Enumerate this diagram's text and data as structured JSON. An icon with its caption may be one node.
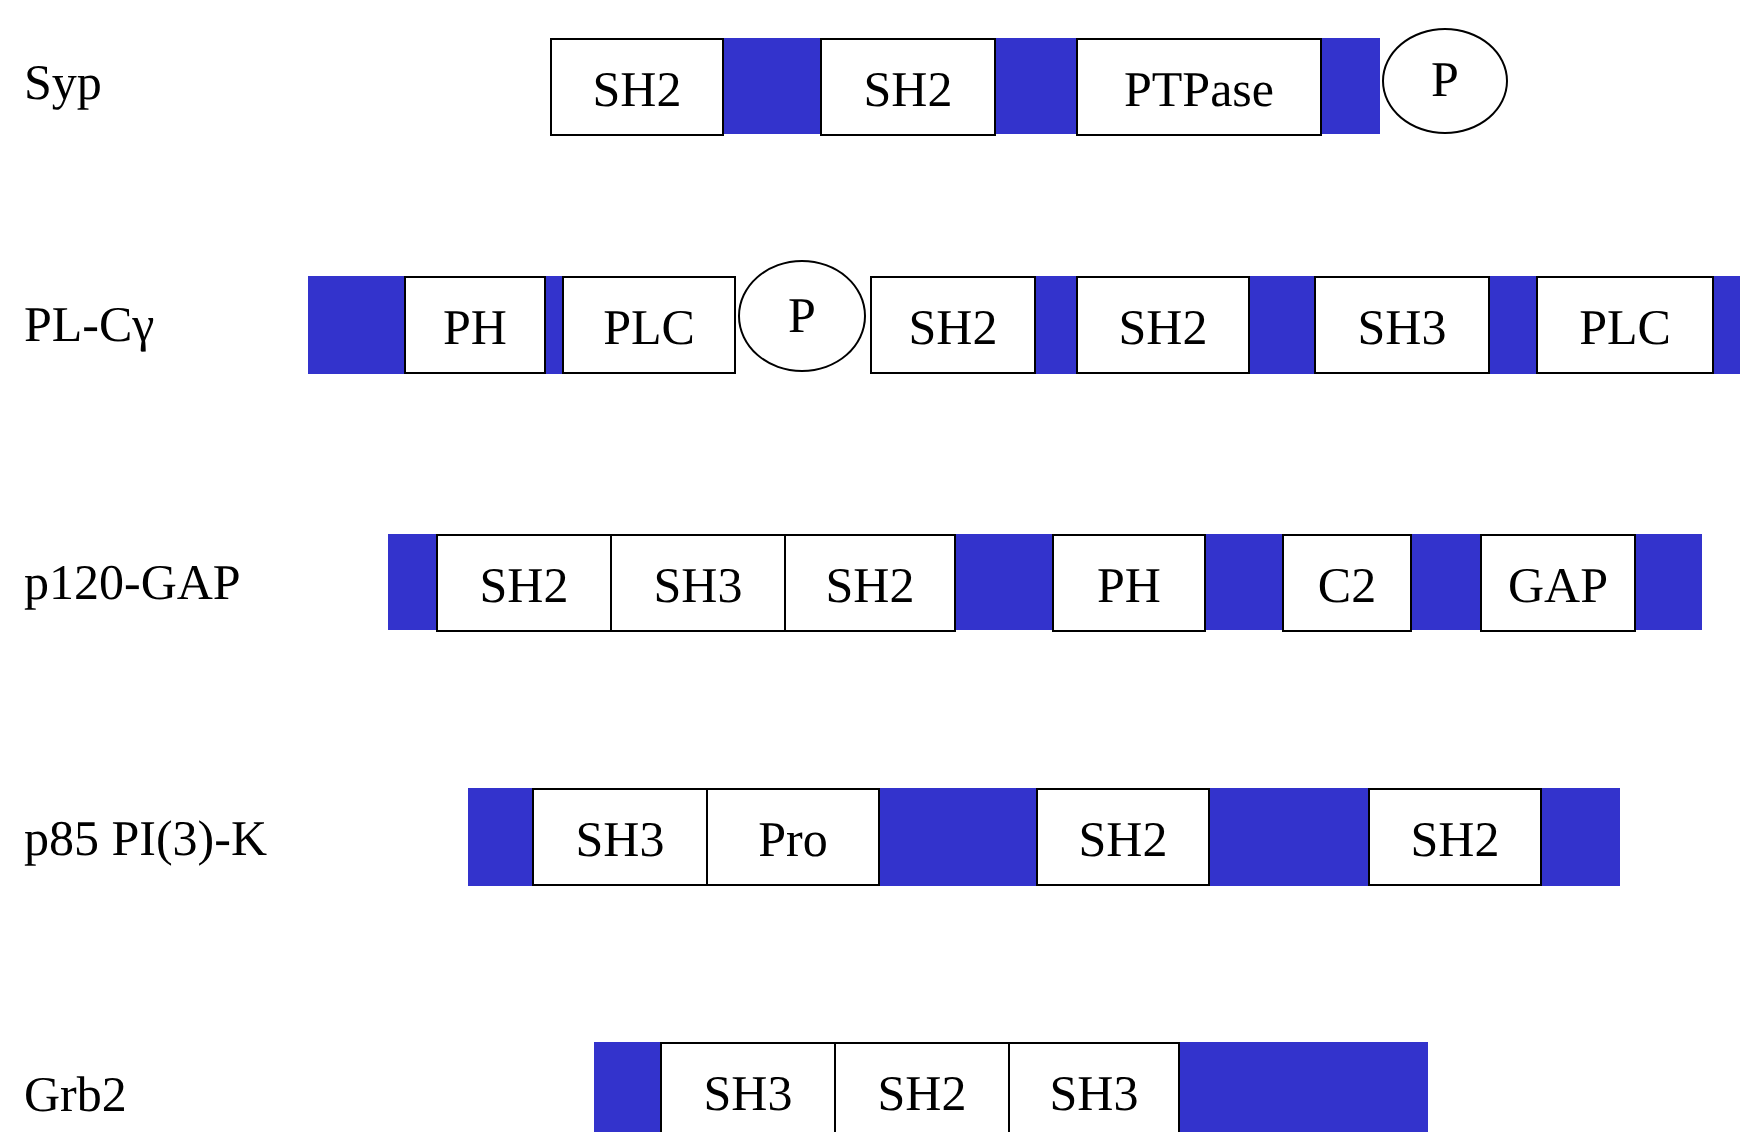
{
  "diagram": {
    "nodes": [
      {
        "text": [],
        "shape": "bar"
      },
      {
        "text": [
          "SH2"
        ],
        "in": 0
      },
      {
        "text": [
          "SH2"
        ],
        "in": 0
      },
      {
        "text": [
          "PTPase"
        ],
        "in": 0
      },
      {
        "text": [
          "P"
        ]
      },
      {
        "text": [],
        "shape": "bar"
      },
      {
        "text": [
          "PH"
        ],
        "in": 5
      },
      {
        "text": [
          "PLC"
        ],
        "in": 5
      },
      {
        "text": [
          "P"
        ]
      },
      {
        "text": [
          "SH2"
        ],
        "in": 5
      },
      {
        "text": [
          "SH2"
        ],
        "in": 5
      },
      {
        "text": [
          "SH3"
        ],
        "in": 5
      },
      {
        "text": [
          "PLC"
        ],
        "in": 5
      },
      {
        "text": [],
        "shape": "bar"
      },
      {
        "text": [
          "SH2"
        ],
        "in": 13
      },
      {
        "text": [
          "SH3"
        ],
        "in": 13
      },
      {
        "text": [
          "SH2"
        ],
        "in": 13
      },
      {
        "text": [
          "PH"
        ],
        "in": 13
      },
      {
        "text": [
          "C2"
        ],
        "in": 13
      },
      {
        "text": [
          "GAP"
        ],
        "in": 13
      },
      {
        "text": [],
        "shape": "bar"
      },
      {
        "text": [
          "SH3"
        ],
        "in": 20
      },
      {
        "text": [
          "Pro"
        ],
        "in": 20
      },
      {
        "text": [
          "SH2"
        ],
        "in": 20
      },
      {
        "text": [
          "SH2"
        ],
        "in": 20
      },
      {
        "text": [],
        "shape": "bar"
      },
      {
        "text": [
          "SH3"
        ],
        "in": 25
      },
      {
        "text": [
          "SH2"
        ],
        "in": 25
      },
      {
        "text": [
          "SH3"
        ],
        "in": 25
      }
    ],
    "labels": [
      "Syp",
      "PL-Cγ",
      "p120-GAP",
      "p85 PI(3)-K",
      "Grb2"
    ]
  }
}
